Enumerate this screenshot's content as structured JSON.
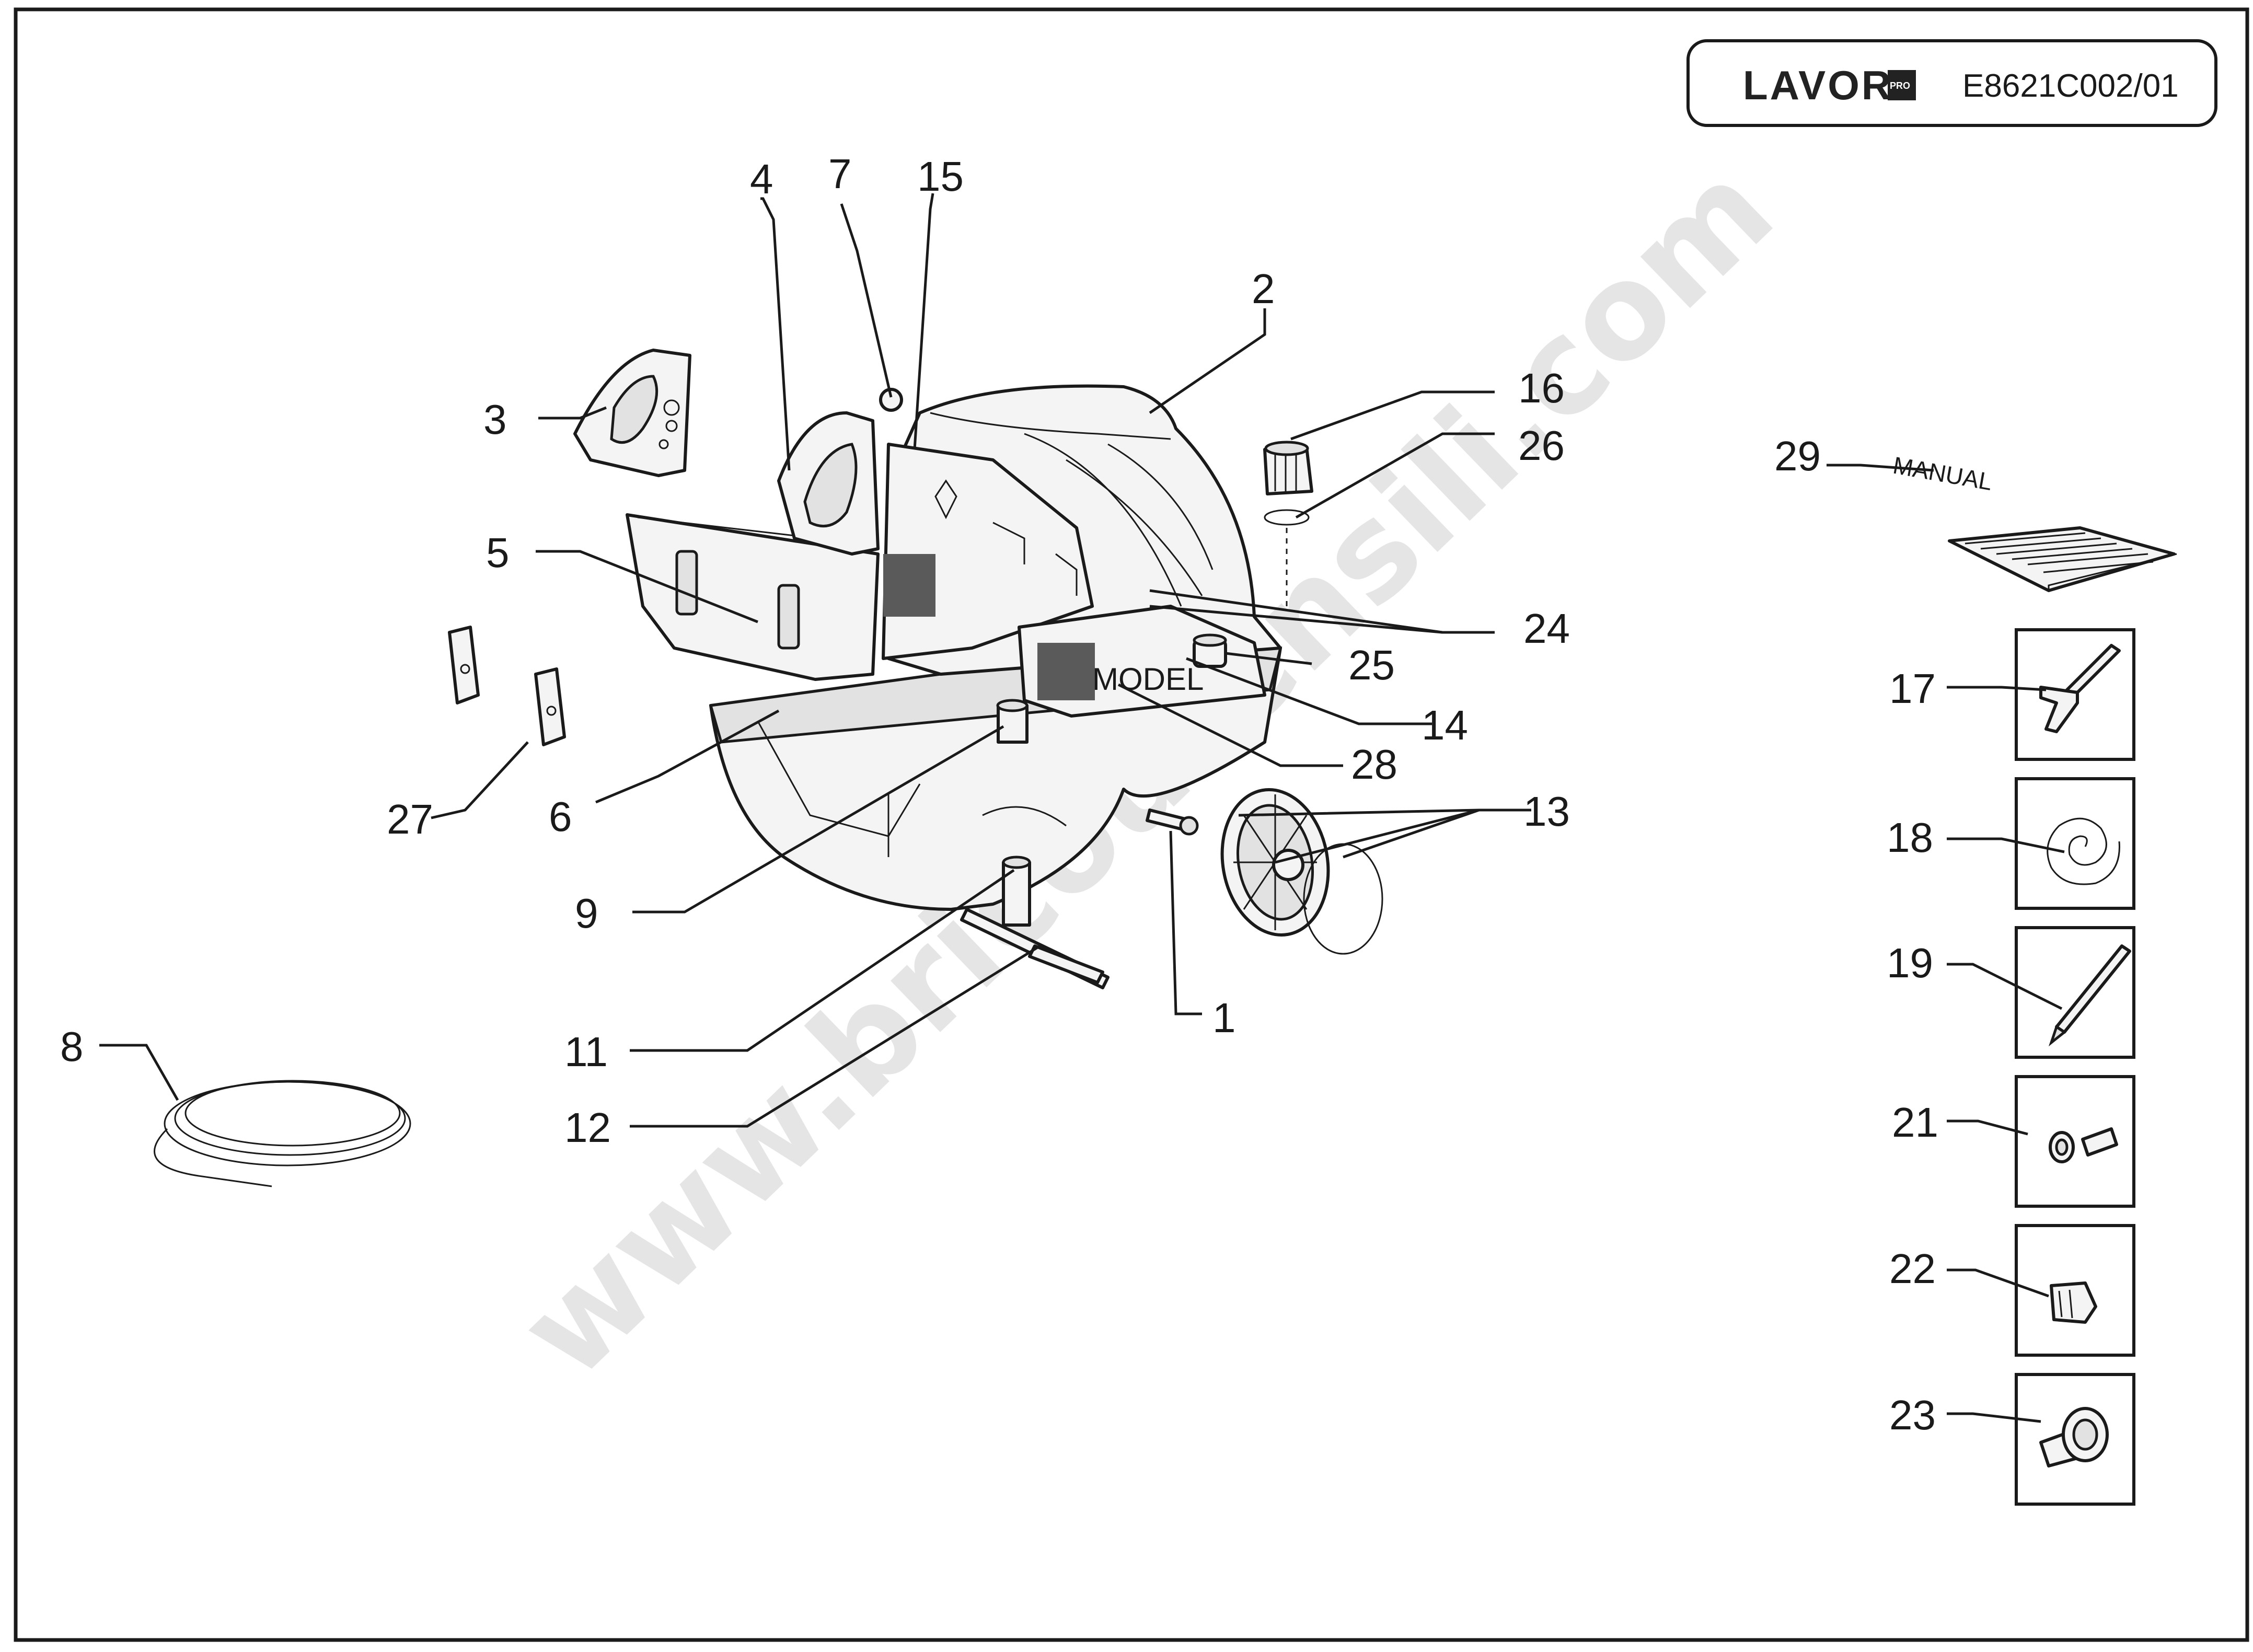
{
  "title_block": {
    "brand": "LAVOR",
    "brand_badge": "PRO",
    "code": "E8621C002/01"
  },
  "watermark": "www.bricoutensili.com",
  "texts": {
    "model": "MODEL",
    "manual": "MANUAL"
  },
  "callouts": [
    "1",
    "2",
    "3",
    "4",
    "5",
    "6",
    "7",
    "8",
    "9",
    "11",
    "12",
    "13",
    "14",
    "15",
    "16",
    "17",
    "18",
    "19",
    "21",
    "22",
    "23",
    "24",
    "25",
    "26",
    "27",
    "28",
    "29"
  ]
}
